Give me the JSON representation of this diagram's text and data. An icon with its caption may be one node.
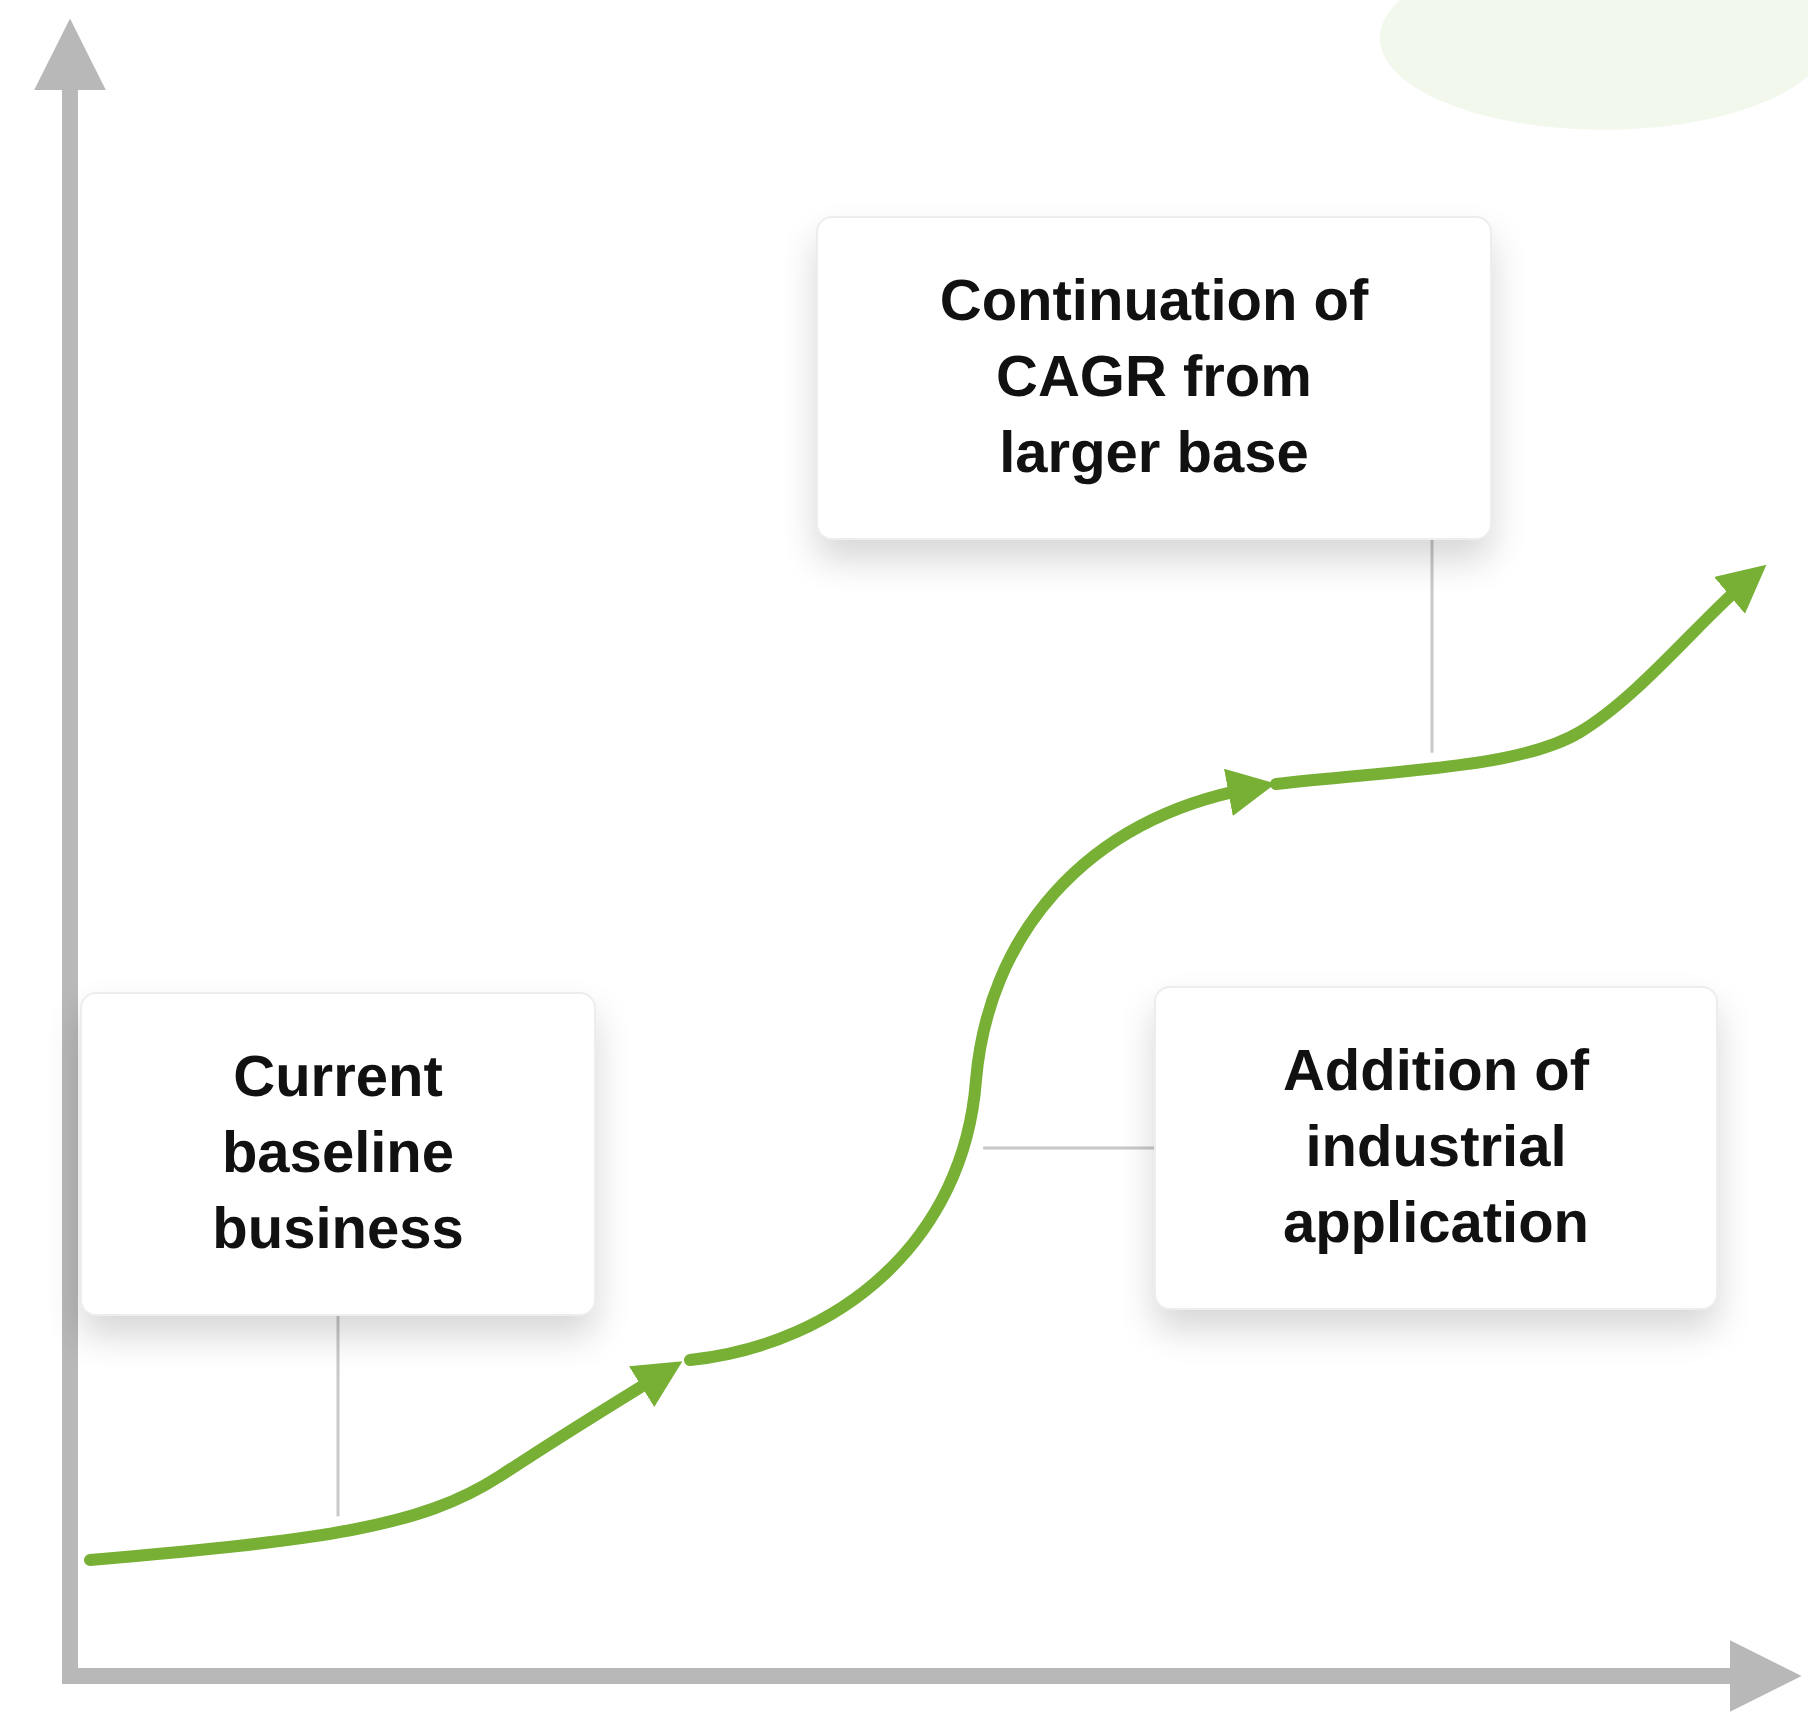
{
  "diagram": {
    "nodes": [
      {
        "text": [
          "Current baseline business"
        ]
      },
      {
        "text": [
          "Continuation of CAGR from larger base"
        ]
      },
      {
        "text": [
          "Addition of industrial application"
        ]
      },
      {
        "text": [],
        "shape": "arrow"
      },
      {
        "text": [],
        "shape": "arrow"
      },
      {
        "text": [],
        "shape": "arrow"
      }
    ],
    "edges": [
      {
        "from": 0,
        "to": 3,
        "arrow": "none"
      },
      {
        "from": 1,
        "to": 5,
        "arrow": "none"
      },
      {
        "from": 2,
        "to": 4,
        "arrow": "none"
      }
    ]
  }
}
